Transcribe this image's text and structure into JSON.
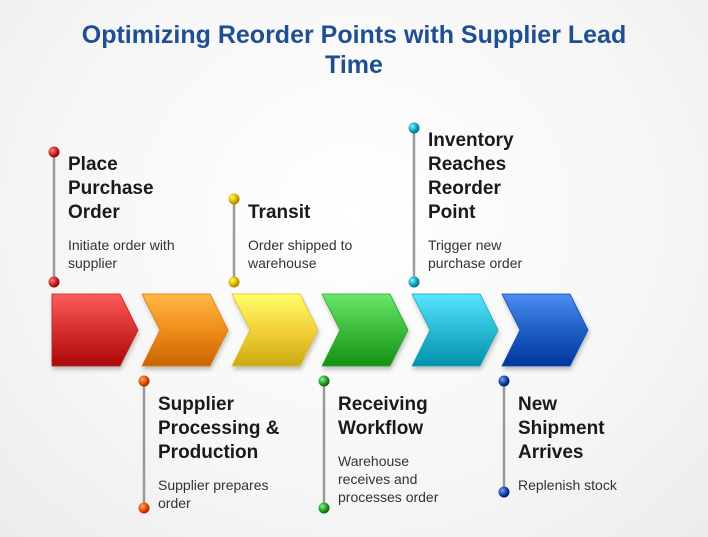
{
  "title": {
    "line1": "Optimizing Reorder Points with Supplier Lead",
    "line2": "Time"
  },
  "steps": [
    {
      "title_lines": [
        "Place",
        "Purchase",
        "Order"
      ],
      "desc_lines": [
        "Initiate order with",
        "supplier"
      ],
      "color": "#d32f2f",
      "pin_color": "#c62828"
    },
    {
      "title_lines": [
        "Supplier",
        "Processing &",
        "Production"
      ],
      "desc_lines": [
        "Supplier prepares",
        "order"
      ],
      "color": "#f08c1a",
      "pin_color": "#e65100"
    },
    {
      "title_lines": [
        "Transit"
      ],
      "desc_lines": [
        "Order shipped to",
        "warehouse"
      ],
      "color": "#f2d13a",
      "pin_color": "#e0b300"
    },
    {
      "title_lines": [
        "Receiving",
        "Workflow"
      ],
      "desc_lines": [
        "Warehouse",
        "receives and",
        "processes order"
      ],
      "color": "#3cba3c",
      "pin_color": "#2e9b2e"
    },
    {
      "title_lines": [
        "Inventory",
        "Reaches",
        "Reorder",
        "Point"
      ],
      "desc_lines": [
        "Trigger new",
        "purchase order"
      ],
      "color": "#29b9d3",
      "pin_color": "#1ba3bd"
    },
    {
      "title_lines": [
        "New",
        "Shipment",
        "Arrives"
      ],
      "desc_lines": [
        "Replenish stock"
      ],
      "color": "#1f5fc4",
      "pin_color": "#1848a0"
    }
  ]
}
